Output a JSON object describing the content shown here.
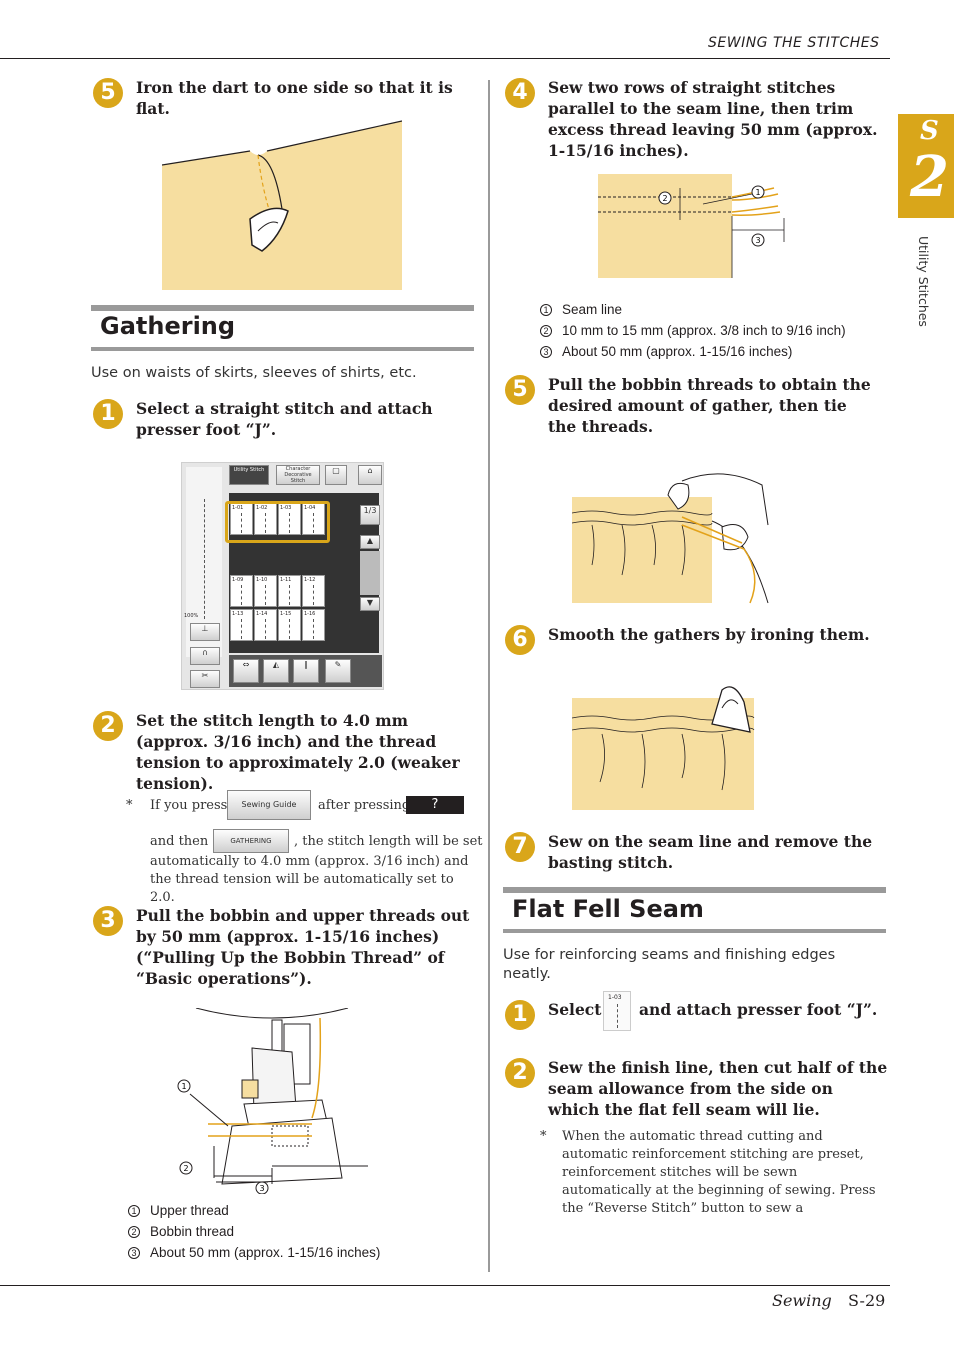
{
  "header": {
    "running_title": "SEWING THE STITCHES"
  },
  "side_tab": {
    "letter": "S",
    "number": "2",
    "vertical_label": "Utility Stitches"
  },
  "left": {
    "step5_prev": {
      "num": "5",
      "text": "Iron the dart to one side so that it is flat."
    },
    "gathering": {
      "title": "Gathering",
      "intro": "Use on waists of skirts, sleeves of shirts, etc.",
      "step1": {
        "num": "1",
        "text": "Select a straight stitch and attach presser foot “J”."
      },
      "lcd": {
        "tab1": "Utility Stitch",
        "tab2": "Character Decorative Stitch",
        "stitch_codes": [
          "1-01",
          "1-02",
          "1-03",
          "1-04",
          "1-09",
          "1-10",
          "1-11",
          "1-12",
          "1-13",
          "1-14",
          "1-15",
          "1-16"
        ],
        "page": "1/3",
        "zoom": "100%"
      },
      "step2": {
        "num": "2",
        "text": "Set the stitch length to 4.0 mm (approx. 3/16 inch) and the thread tension to approximately 2.0 (weaker tension)."
      },
      "note2": {
        "star": "*",
        "part1": "If you press",
        "btn1": "Sewing Guide",
        "part2": "after pressing",
        "btn2": "?",
        "part3": "and then",
        "btn3": "GATHERING",
        "part4": ", the stitch length will be set",
        "part5": "automatically to 4.0 mm (approx. 3/16 inch) and the thread tension will be automatically set to 2.0."
      },
      "step3": {
        "num": "3",
        "text": "Pull the bobbin and upper threads out by 50 mm (approx. 1-15/16 inches) (“Pulling Up the Bobbin Thread” of “Basic operations”)."
      },
      "legend3": [
        {
          "n": "1",
          "t": "Upper thread"
        },
        {
          "n": "2",
          "t": "Bobbin thread"
        },
        {
          "n": "3",
          "t": "About 50 mm (approx. 1-15/16 inches)"
        }
      ]
    }
  },
  "right": {
    "step4": {
      "num": "4",
      "text": "Sew two rows of straight stitches parallel to the seam line, then trim excess thread leaving 50 mm (approx. 1-15/16 inches)."
    },
    "legend4": [
      {
        "n": "1",
        "t": "Seam line"
      },
      {
        "n": "2",
        "t": "10 mm to 15 mm (approx. 3/8 inch to 9/16 inch)"
      },
      {
        "n": "3",
        "t": "About 50 mm (approx. 1-15/16 inches)"
      }
    ],
    "step5": {
      "num": "5",
      "text": "Pull the bobbin threads to obtain the desired amount of gather, then tie the threads."
    },
    "step6": {
      "num": "6",
      "text": "Smooth the gathers by ironing them."
    },
    "step7": {
      "num": "7",
      "text": "Sew on the seam line and remove the basting stitch."
    },
    "flat_fell": {
      "title": "Flat Fell Seam",
      "intro": "Use for reinforcing seams and finishing edges neatly.",
      "step1": {
        "num": "1",
        "pre": "Select",
        "icon_code": "1-03",
        "post": "and attach presser foot “J”."
      },
      "step2": {
        "num": "2",
        "text": "Sew the finish line, then cut half of the seam allowance from the side on which the flat fell seam will lie."
      },
      "note": {
        "star": "*",
        "text": "When the automatic thread cutting and automatic reinforcement stitching are preset, reinforcement stitches will be sewn automatically at the beginning of sewing. Press the “Reverse Stitch” button to sew a"
      }
    }
  },
  "footer": {
    "section": "Sewing",
    "page": "S-29"
  }
}
